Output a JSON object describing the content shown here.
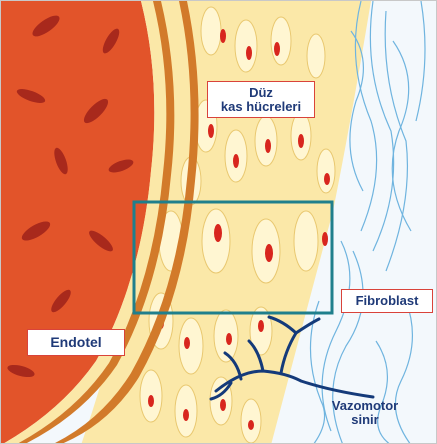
{
  "labels": {
    "smooth_muscle_line1": "Düz",
    "smooth_muscle_line2": "kas hücreleri",
    "fibroblast": "Fibroblast",
    "endothelium": "Endotel",
    "vasomotor_line1": "Vazomotor",
    "vasomotor_line2": "sinir"
  },
  "colors": {
    "lumen": "#e2542a",
    "red_cell": "#a8291c",
    "elastic_lamina": "#d27a2a",
    "media": "#fbe8a8",
    "nucleus": "#d8261e",
    "adventitia_fibers": "#6fb4df",
    "nerve": "#143a7a",
    "highlight_box": "#1f7f8c",
    "label_border": "#d9433a",
    "label_text": "#1f3a78"
  }
}
